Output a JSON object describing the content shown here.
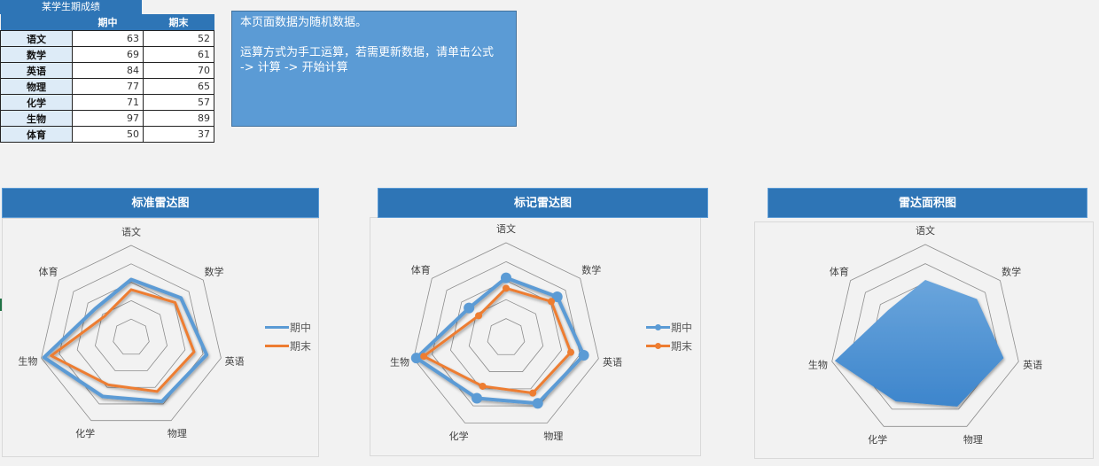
{
  "table": {
    "title": "某学生期成绩",
    "headers": [
      "",
      "期中",
      "期末"
    ],
    "rows": [
      {
        "subject": "语文",
        "midterm": "63",
        "final": "52"
      },
      {
        "subject": "数学",
        "midterm": "69",
        "final": "61"
      },
      {
        "subject": "英语",
        "midterm": "84",
        "final": "70"
      },
      {
        "subject": "物理",
        "midterm": "77",
        "final": "65"
      },
      {
        "subject": "化学",
        "midterm": "71",
        "final": "57"
      },
      {
        "subject": "生物",
        "midterm": "97",
        "final": "89"
      },
      {
        "subject": "体育",
        "midterm": "50",
        "final": "37"
      }
    ]
  },
  "note": {
    "line1": "本页面数据为随机数据。",
    "line2": "运算方式为手工运算，若需更新数据，请单击公式",
    "line3": "-> 计算 -> 开始计算"
  },
  "colors": {
    "title_bar": "#2e75b6",
    "midterm": "#5b9bd5",
    "final": "#ed7d31",
    "grid": "#8c8c8c"
  },
  "chart_data": [
    {
      "type": "radar",
      "title": "标准雷达图",
      "categories": [
        "语文",
        "数学",
        "英语",
        "物理",
        "化学",
        "生物",
        "体育"
      ],
      "series": [
        {
          "name": "期中",
          "values": [
            63,
            69,
            84,
            77,
            71,
            97,
            50
          ]
        },
        {
          "name": "期末",
          "values": [
            52,
            61,
            70,
            65,
            57,
            89,
            37
          ]
        }
      ],
      "rlim": [
        0,
        100
      ],
      "rstep": 20,
      "markers": false,
      "fill": false,
      "legend": [
        "期中",
        "期末"
      ],
      "legend_position": "right"
    },
    {
      "type": "radar",
      "title": "标记雷达图",
      "categories": [
        "语文",
        "数学",
        "英语",
        "物理",
        "化学",
        "生物",
        "体育"
      ],
      "series": [
        {
          "name": "期中",
          "values": [
            63,
            69,
            84,
            77,
            71,
            97,
            50
          ]
        },
        {
          "name": "期末",
          "values": [
            52,
            61,
            70,
            65,
            57,
            89,
            37
          ]
        }
      ],
      "rlim": [
        0,
        100
      ],
      "rstep": 20,
      "markers": true,
      "fill": false,
      "legend": [
        "期中",
        "期末"
      ],
      "legend_position": "right"
    },
    {
      "type": "radar",
      "title": "雷达面积图",
      "categories": [
        "语文",
        "数学",
        "英语",
        "物理",
        "化学",
        "生物",
        "体育"
      ],
      "series": [
        {
          "name": "期中",
          "values": [
            63,
            69,
            84,
            77,
            71,
            97,
            50
          ]
        }
      ],
      "rlim": [
        0,
        100
      ],
      "rstep": 20,
      "markers": false,
      "fill": true,
      "legend": [],
      "legend_position": "none"
    }
  ]
}
